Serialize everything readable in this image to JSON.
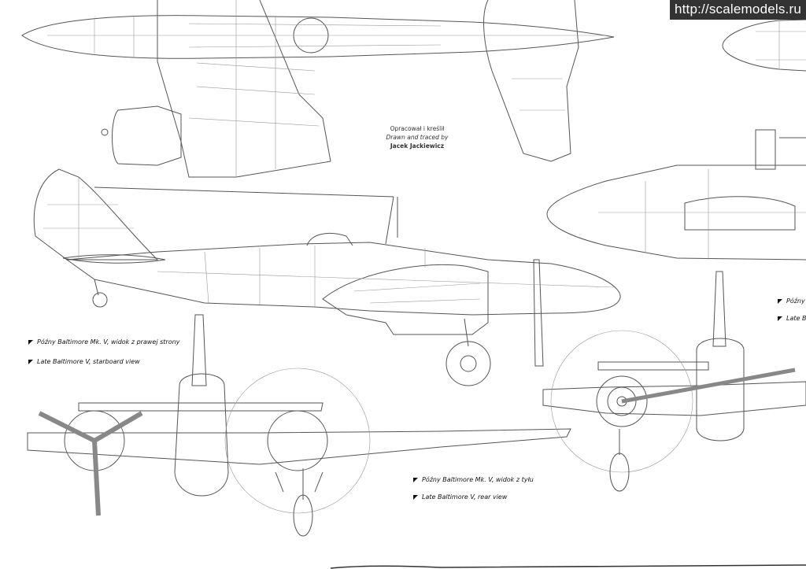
{
  "watermark": "http://scalemodels.ru",
  "credit": {
    "polish": "Opracował i kreślił",
    "english": "Drawn and traced by",
    "author": "Jacek Jackiewicz"
  },
  "views": {
    "starboard": {
      "polish": "Późny Baltimore Mk. V, widok z prawej strony",
      "english": "Late Baltimore V, starboard view"
    },
    "rear": {
      "polish": "Późny Baltimore Mk. V, widok z tyłu",
      "english": "Late Baltimore V, rear view"
    },
    "right_cropped": {
      "polish": "Późny B",
      "english": "Late Balti"
    }
  },
  "colors": {
    "line": "#555555",
    "fine": "#9a9a9a",
    "watermark_bg": "#333333"
  }
}
